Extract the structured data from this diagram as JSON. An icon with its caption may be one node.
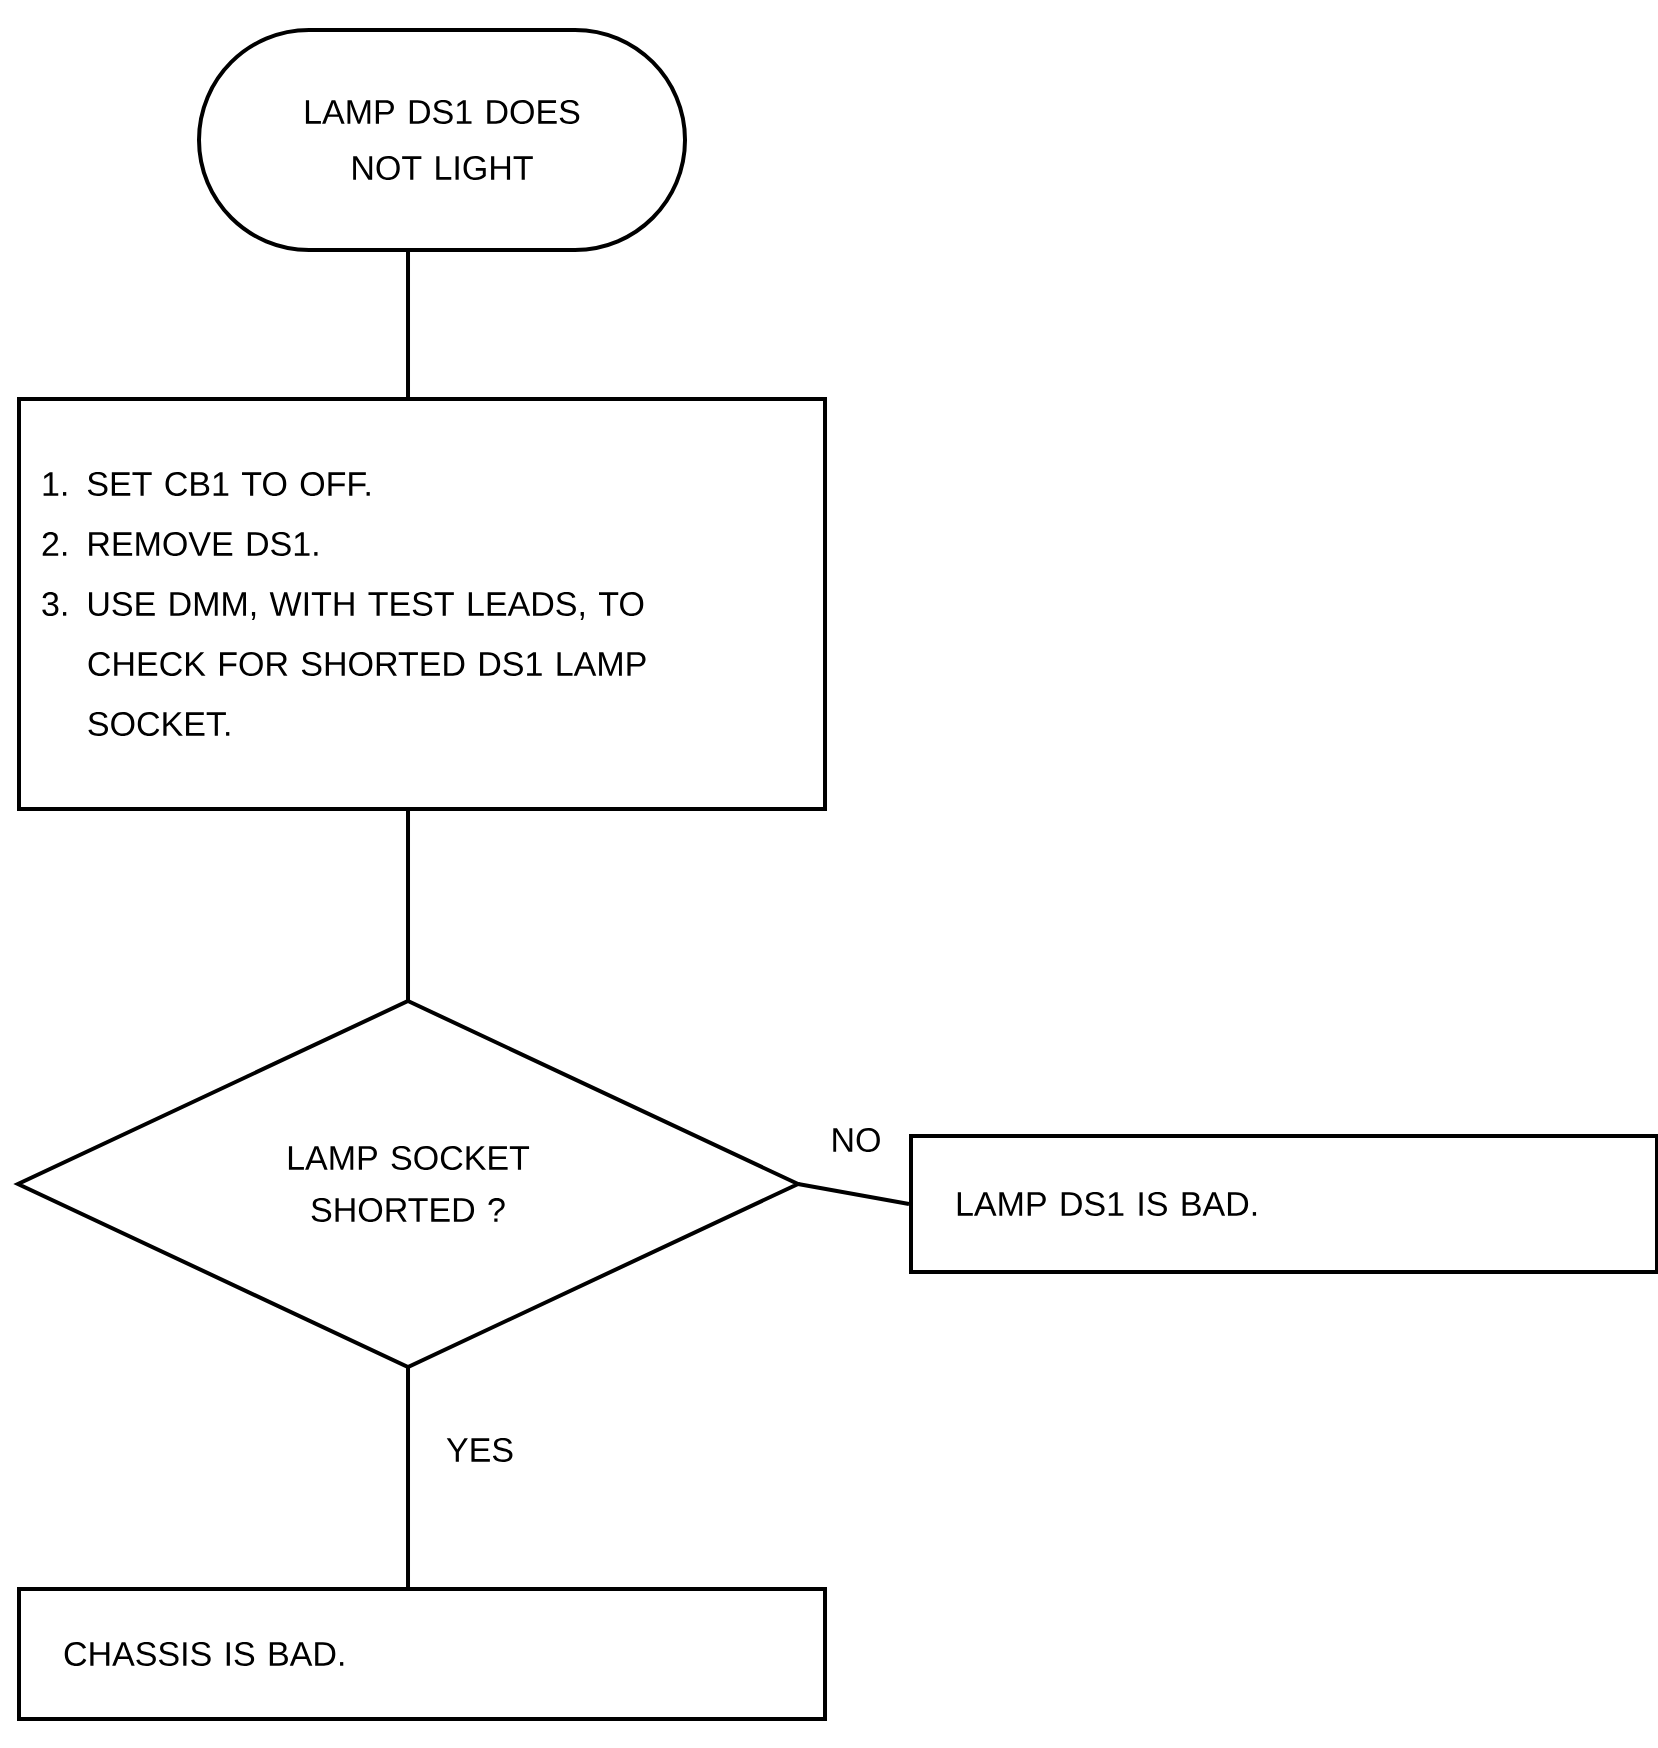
{
  "diagram": {
    "nodes": [
      {
        "text": [
          "LAMP DS1 DOES NOT LIGHT"
        ]
      },
      {
        "text": [
          "1. SET CB1 TO OFF.",
          "2. REMOVE DS1.",
          "3. USE DMM, WITH TEST LEADS, TO CHECK FOR SHORTED DS1 LAMP SOCKET."
        ]
      },
      {
        "text": [
          "LAMP SOCKET SHORTED ?"
        ]
      },
      {
        "text": [
          "LAMP DS1 IS BAD."
        ]
      },
      {
        "text": [
          "CHASSIS IS BAD."
        ]
      }
    ],
    "edges": [
      {
        "from": 0,
        "to": 1,
        "arrow": "none"
      },
      {
        "from": 1,
        "to": 2,
        "arrow": "none"
      },
      {
        "from": 2,
        "to": 3,
        "arrow": "none",
        "label": "NO"
      },
      {
        "from": 2,
        "to": 4,
        "arrow": "none",
        "label": "YES"
      }
    ]
  }
}
